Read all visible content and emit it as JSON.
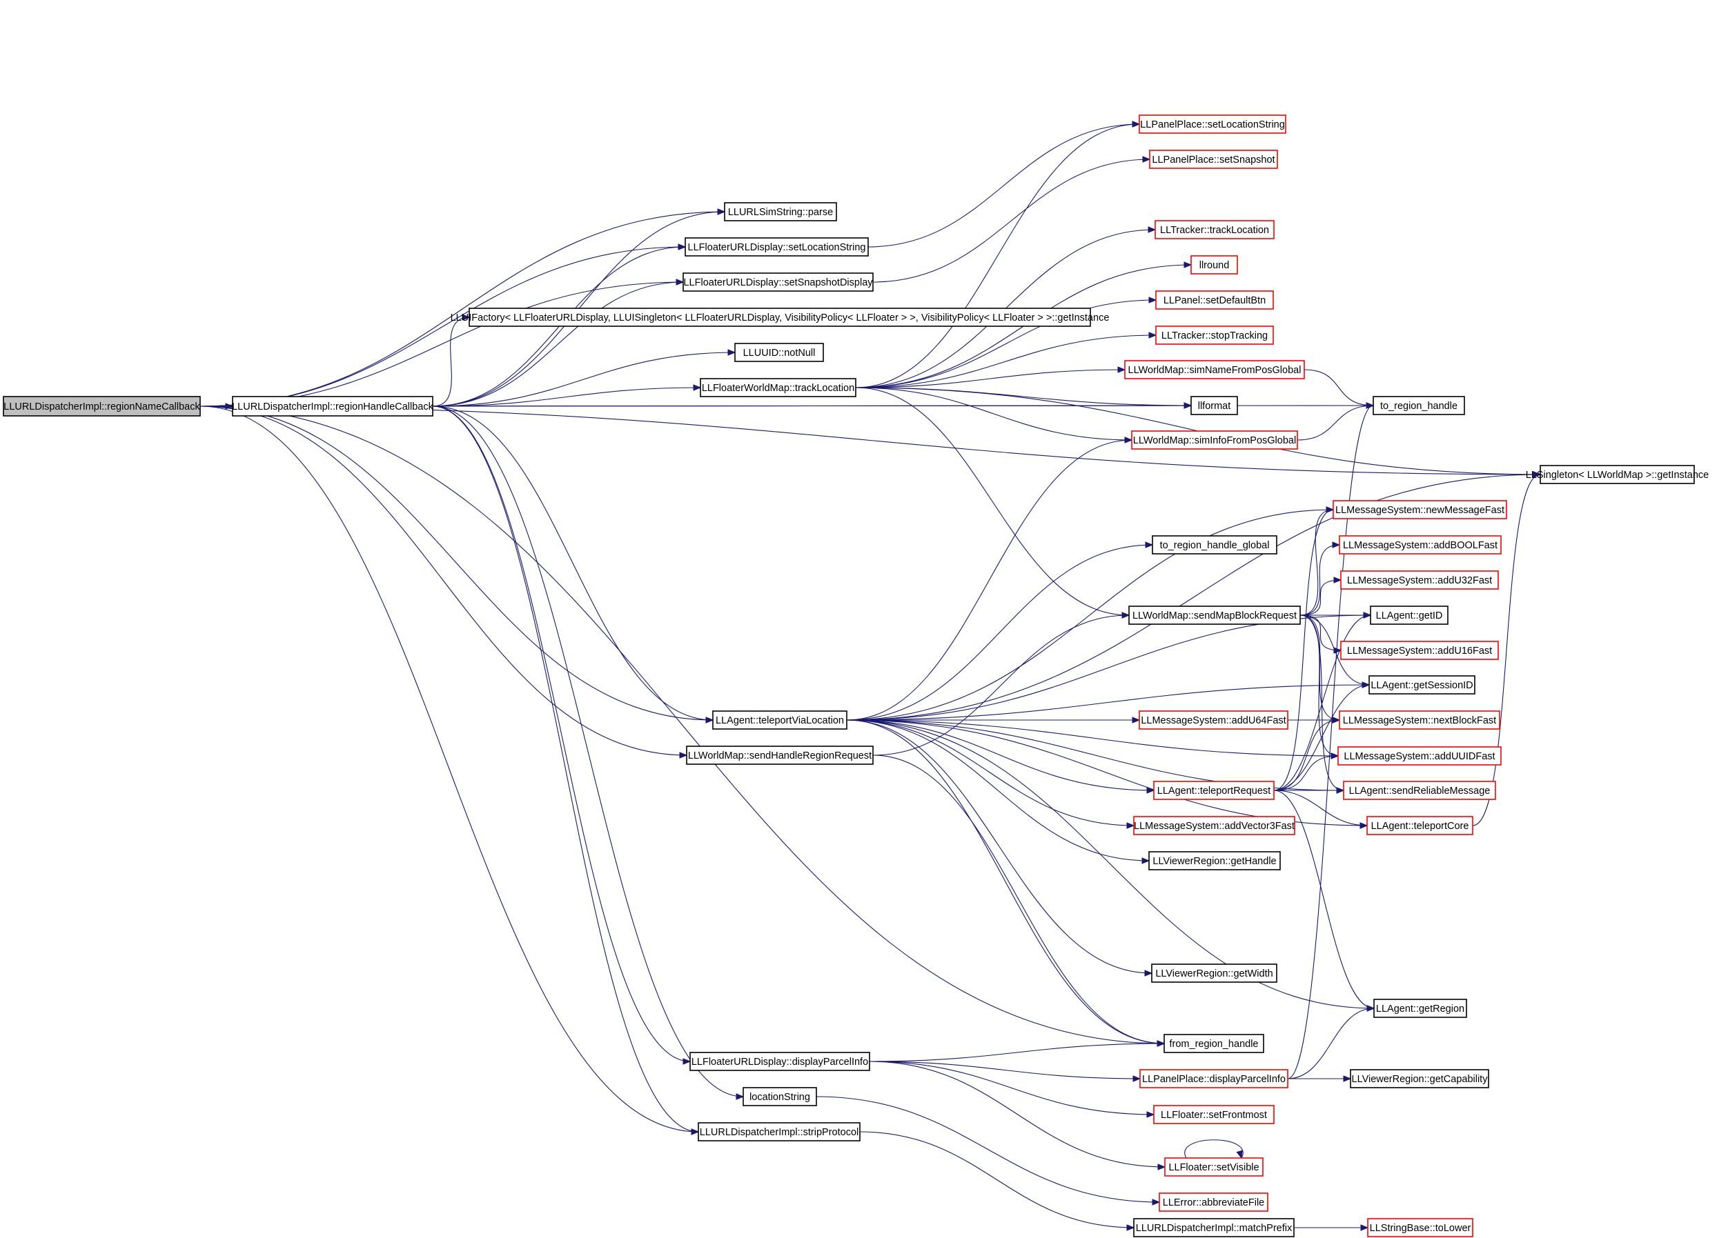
{
  "colors": {
    "edge": "#191970",
    "root_fill": "#bfbfbf",
    "node_fill": "#ffffff",
    "documented_border": "#000000",
    "undocumented_border": "#ff0000"
  },
  "nodes": [
    {
      "id": "root",
      "label": "LLURLDispatcherImpl::regionNameCallback",
      "style": "root"
    },
    {
      "id": "rhc",
      "label": "LLURLDispatcherImpl::regionHandleCallback",
      "style": "black"
    },
    {
      "id": "simparse",
      "label": "LLURLSimString::parse",
      "style": "black"
    },
    {
      "id": "fudsetloc",
      "label": "LLFloaterURLDisplay::setLocationString",
      "style": "black"
    },
    {
      "id": "fudsnap",
      "label": "LLFloaterURLDisplay::setSnapshotDisplay",
      "style": "black"
    },
    {
      "id": "uifactory",
      "label": "LLUIFactory< LLFloaterURLDisplay, LLUISingleton< LLFloaterURLDisplay, VisibilityPolicy< LLFloater > >, VisibilityPolicy< LLFloater > >::getInstance",
      "style": "black"
    },
    {
      "id": "uuidnotnull",
      "label": "LLUUID::notNull",
      "style": "black"
    },
    {
      "id": "fwmtrack",
      "label": "LLFloaterWorldMap::trackLocation",
      "style": "black"
    },
    {
      "id": "ppsetloc",
      "label": "LLPanelPlace::setLocationString",
      "style": "red"
    },
    {
      "id": "ppsetsnap",
      "label": "LLPanelPlace::setSnapshot",
      "style": "red"
    },
    {
      "id": "trktrack",
      "label": "LLTracker::trackLocation",
      "style": "red"
    },
    {
      "id": "llround",
      "label": "llround",
      "style": "red"
    },
    {
      "id": "panelsetdef",
      "label": "LLPanel::setDefaultBtn",
      "style": "red"
    },
    {
      "id": "trkstop",
      "label": "LLTracker::stopTracking",
      "style": "red"
    },
    {
      "id": "wmsimname",
      "label": "LLWorldMap::simNameFromPosGlobal",
      "style": "red"
    },
    {
      "id": "llformat",
      "label": "llformat",
      "style": "black"
    },
    {
      "id": "wmsiminfo",
      "label": "LLWorldMap::simInfoFromPosGlobal",
      "style": "red"
    },
    {
      "id": "toregion",
      "label": "to_region_handle",
      "style": "black"
    },
    {
      "id": "singleton",
      "label": "LLSingleton< LLWorldMap >::getInstance",
      "style": "black"
    },
    {
      "id": "msgnew",
      "label": "LLMessageSystem::newMessageFast",
      "style": "red"
    },
    {
      "id": "toregionglobal",
      "label": "to_region_handle_global",
      "style": "black"
    },
    {
      "id": "msgbool",
      "label": "LLMessageSystem::addBOOLFast",
      "style": "red"
    },
    {
      "id": "msgu32",
      "label": "LLMessageSystem::addU32Fast",
      "style": "red"
    },
    {
      "id": "wmsendblock",
      "label": "LLWorldMap::sendMapBlockRequest",
      "style": "black"
    },
    {
      "id": "agentgetid",
      "label": "LLAgent::getID",
      "style": "black"
    },
    {
      "id": "msgu16",
      "label": "LLMessageSystem::addU16Fast",
      "style": "red"
    },
    {
      "id": "agentsess",
      "label": "LLAgent::getSessionID",
      "style": "black"
    },
    {
      "id": "agenttvl",
      "label": "LLAgent::teleportViaLocation",
      "style": "black"
    },
    {
      "id": "msgu64",
      "label": "LLMessageSystem::addU64Fast",
      "style": "red"
    },
    {
      "id": "msgnextblock",
      "label": "LLMessageSystem::nextBlockFast",
      "style": "red"
    },
    {
      "id": "wmsendhandle",
      "label": "LLWorldMap::sendHandleRegionRequest",
      "style": "black"
    },
    {
      "id": "msguuid",
      "label": "LLMessageSystem::addUUIDFast",
      "style": "red"
    },
    {
      "id": "agenttpreq",
      "label": "LLAgent::teleportRequest",
      "style": "red"
    },
    {
      "id": "agentsendrel",
      "label": "LLAgent::sendReliableMessage",
      "style": "red"
    },
    {
      "id": "msgvec3",
      "label": "LLMessageSystem::addVector3Fast",
      "style": "red"
    },
    {
      "id": "agenttpcore",
      "label": "LLAgent::teleportCore",
      "style": "red"
    },
    {
      "id": "vrgethandle",
      "label": "LLViewerRegion::getHandle",
      "style": "black"
    },
    {
      "id": "vrgetwidth",
      "label": "LLViewerRegion::getWidth",
      "style": "black"
    },
    {
      "id": "agentgetregion",
      "label": "LLAgent::getRegion",
      "style": "black"
    },
    {
      "id": "fromregion",
      "label": "from_region_handle",
      "style": "black"
    },
    {
      "id": "fuddisp",
      "label": "LLFloaterURLDisplay::displayParcelInfo",
      "style": "black"
    },
    {
      "id": "ppdisp",
      "label": "LLPanelPlace::displayParcelInfo",
      "style": "red"
    },
    {
      "id": "vrgetcap",
      "label": "LLViewerRegion::getCapability",
      "style": "black"
    },
    {
      "id": "locstring",
      "label": "locationString",
      "style": "black"
    },
    {
      "id": "floatfront",
      "label": "LLFloater::setFrontmost",
      "style": "red"
    },
    {
      "id": "stripproto",
      "label": "LLURLDispatcherImpl::stripProtocol",
      "style": "black"
    },
    {
      "id": "floatvis",
      "label": "LLFloater::setVisible",
      "style": "red"
    },
    {
      "id": "errabbrev",
      "label": "LLError::abbreviateFile",
      "style": "red"
    },
    {
      "id": "matchprefix",
      "label": "LLURLDispatcherImpl::matchPrefix",
      "style": "black"
    },
    {
      "id": "strtolower",
      "label": "LLStringBase::toLower",
      "style": "red"
    }
  ],
  "edges": [
    [
      "root",
      "simparse"
    ],
    [
      "root",
      "fudsetloc"
    ],
    [
      "root",
      "fudsnap"
    ],
    [
      "root",
      "rhc"
    ],
    [
      "root",
      "toregion"
    ],
    [
      "root",
      "singleton"
    ],
    [
      "root",
      "agenttvl"
    ],
    [
      "root",
      "wmsendhandle"
    ],
    [
      "root",
      "fromregion"
    ],
    [
      "root",
      "stripproto"
    ],
    [
      "rhc",
      "simparse"
    ],
    [
      "rhc",
      "fudsetloc"
    ],
    [
      "rhc",
      "fudsnap"
    ],
    [
      "rhc",
      "uifactory"
    ],
    [
      "rhc",
      "uuidnotnull"
    ],
    [
      "rhc",
      "fwmtrack"
    ],
    [
      "rhc",
      "llformat"
    ],
    [
      "rhc",
      "agenttvl"
    ],
    [
      "rhc",
      "fuddisp"
    ],
    [
      "rhc",
      "locstring"
    ],
    [
      "rhc",
      "stripproto"
    ],
    [
      "fudsetloc",
      "ppsetloc"
    ],
    [
      "fudsnap",
      "ppsetsnap"
    ],
    [
      "fwmtrack",
      "ppsetloc"
    ],
    [
      "fwmtrack",
      "trktrack"
    ],
    [
      "fwmtrack",
      "llround"
    ],
    [
      "fwmtrack",
      "panelsetdef"
    ],
    [
      "fwmtrack",
      "trkstop"
    ],
    [
      "fwmtrack",
      "wmsimname"
    ],
    [
      "fwmtrack",
      "llformat"
    ],
    [
      "fwmtrack",
      "wmsiminfo"
    ],
    [
      "fwmtrack",
      "singleton"
    ],
    [
      "fwmtrack",
      "wmsendblock"
    ],
    [
      "wmsimname",
      "toregion"
    ],
    [
      "wmsiminfo",
      "toregion"
    ],
    [
      "agenttvl",
      "wmsiminfo"
    ],
    [
      "agenttvl",
      "singleton"
    ],
    [
      "agenttvl",
      "msgnew"
    ],
    [
      "agenttvl",
      "toregionglobal"
    ],
    [
      "agenttvl",
      "agentsess"
    ],
    [
      "agenttvl",
      "msgu64"
    ],
    [
      "agenttvl",
      "msgnextblock"
    ],
    [
      "agenttvl",
      "msguuid"
    ],
    [
      "agenttvl",
      "agenttpreq"
    ],
    [
      "agenttvl",
      "msgvec3"
    ],
    [
      "agenttvl",
      "vrgethandle"
    ],
    [
      "agenttvl",
      "vrgetwidth"
    ],
    [
      "agenttvl",
      "fromregion"
    ],
    [
      "agenttvl",
      "agentgetregion"
    ],
    [
      "agenttvl",
      "agentgetid"
    ],
    [
      "agenttvl",
      "agentsendrel"
    ],
    [
      "agenttvl",
      "agenttpcore"
    ],
    [
      "wmsendblock",
      "msgnew"
    ],
    [
      "wmsendblock",
      "msgbool"
    ],
    [
      "wmsendblock",
      "msgu32"
    ],
    [
      "wmsendblock",
      "agentgetid"
    ],
    [
      "wmsendblock",
      "msgu16"
    ],
    [
      "wmsendblock",
      "agentsess"
    ],
    [
      "wmsendblock",
      "msgnextblock"
    ],
    [
      "wmsendblock",
      "msguuid"
    ],
    [
      "wmsendblock",
      "agentsendrel"
    ],
    [
      "wmsendhandle",
      "wmsendblock"
    ],
    [
      "wmsendhandle",
      "fromregion"
    ],
    [
      "agenttpreq",
      "msgnew"
    ],
    [
      "agenttpreq",
      "agentgetid"
    ],
    [
      "agenttpreq",
      "agentsess"
    ],
    [
      "agenttpreq",
      "msgnextblock"
    ],
    [
      "agenttpreq",
      "msguuid"
    ],
    [
      "agenttpreq",
      "agentsendrel"
    ],
    [
      "agenttpreq",
      "agenttpcore"
    ],
    [
      "agenttpreq",
      "agentgetregion"
    ],
    [
      "agenttpcore",
      "singleton"
    ],
    [
      "fuddisp",
      "fromregion"
    ],
    [
      "fuddisp",
      "ppdisp"
    ],
    [
      "fuddisp",
      "floatfront"
    ],
    [
      "fuddisp",
      "floatvis"
    ],
    [
      "ppdisp",
      "agentgetregion"
    ],
    [
      "ppdisp",
      "vrgetcap"
    ],
    [
      "ppdisp",
      "toregion"
    ],
    [
      "locstring",
      "errabbrev"
    ],
    [
      "stripproto",
      "matchprefix"
    ],
    [
      "matchprefix",
      "strtolower"
    ],
    [
      "floatvis",
      "floatvis"
    ]
  ]
}
